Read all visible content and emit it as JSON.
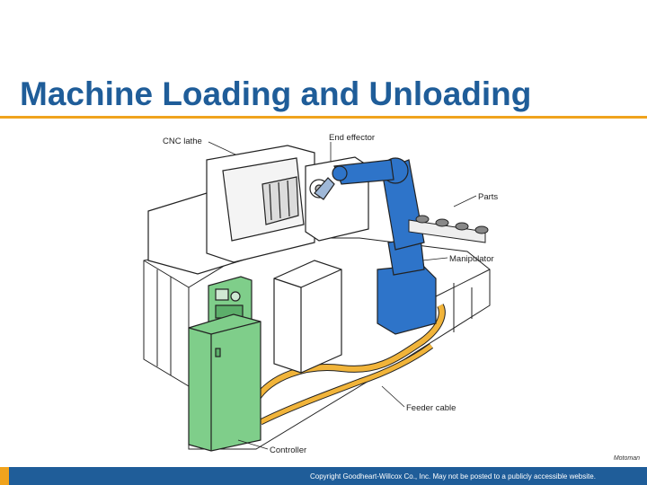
{
  "slide": {
    "title": "Machine Loading and Unloading"
  },
  "illustration": {
    "labels": {
      "cnc_lathe": "CNC lathe",
      "end_effector": "End effector",
      "parts": "Parts",
      "manipulator": "Manipulator",
      "feeder_cable": "Feeder cable",
      "controller": "Controller"
    },
    "colors": {
      "robot": "#2e74c9",
      "controller": "#7fce8a",
      "cable": "#f1b43a",
      "outline": "#222222"
    }
  },
  "credit": "Motoman",
  "footer": {
    "copyright": "Copyright Goodheart-Willcox Co., Inc. May not be posted to a publicly accessible website.",
    "bar_color": "#1f5d99",
    "accent_color": "#f0a31d"
  }
}
